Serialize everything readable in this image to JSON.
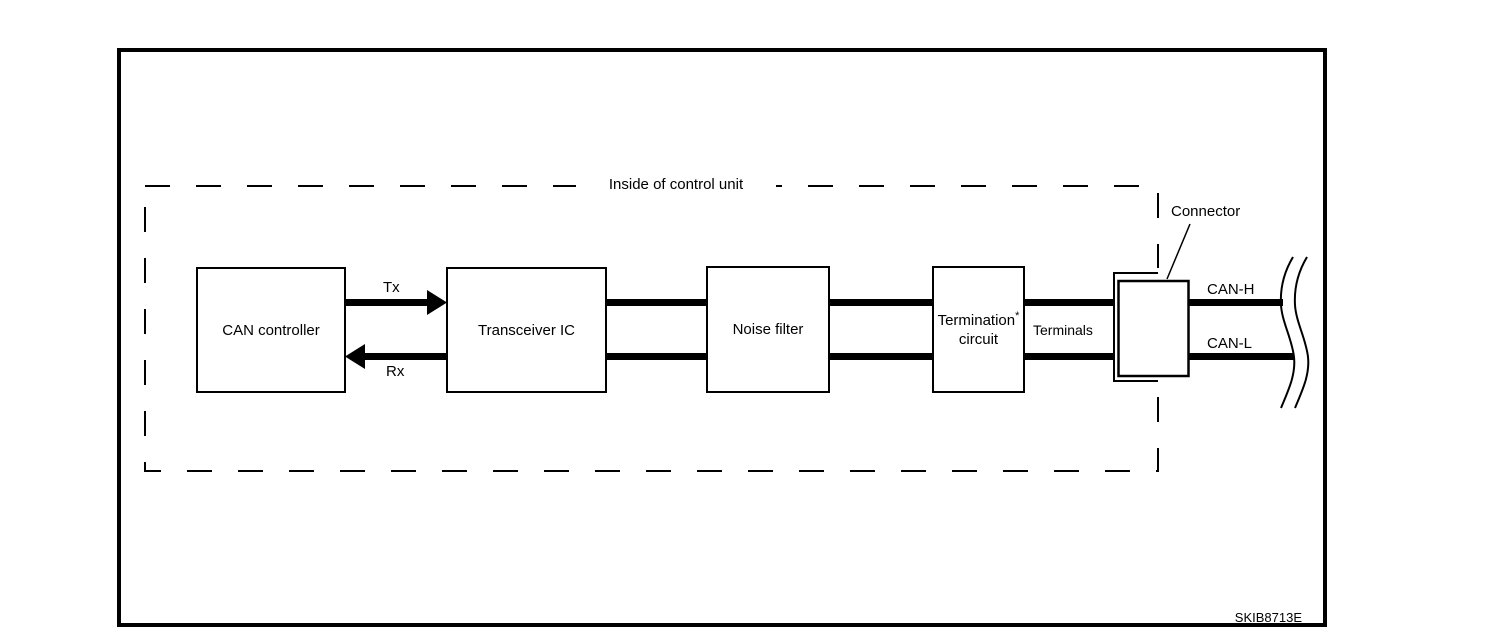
{
  "diagram": {
    "boundary_label": "Inside of control unit",
    "figure_id": "SKIB8713E",
    "blocks": [
      {
        "label": "CAN controller"
      },
      {
        "label": "Transceiver IC"
      },
      {
        "label": "Noise filter"
      },
      {
        "label_line1": "Termination",
        "asterisk": "*",
        "label_line2": "circuit"
      }
    ],
    "signals": {
      "tx": "Tx",
      "rx": "Rx"
    },
    "labels": {
      "terminals": "Terminals",
      "connector": "Connector",
      "can_high": "CAN-H",
      "can_low": "CAN-L"
    },
    "colors": {
      "line": "#000000",
      "background": "#ffffff"
    }
  }
}
